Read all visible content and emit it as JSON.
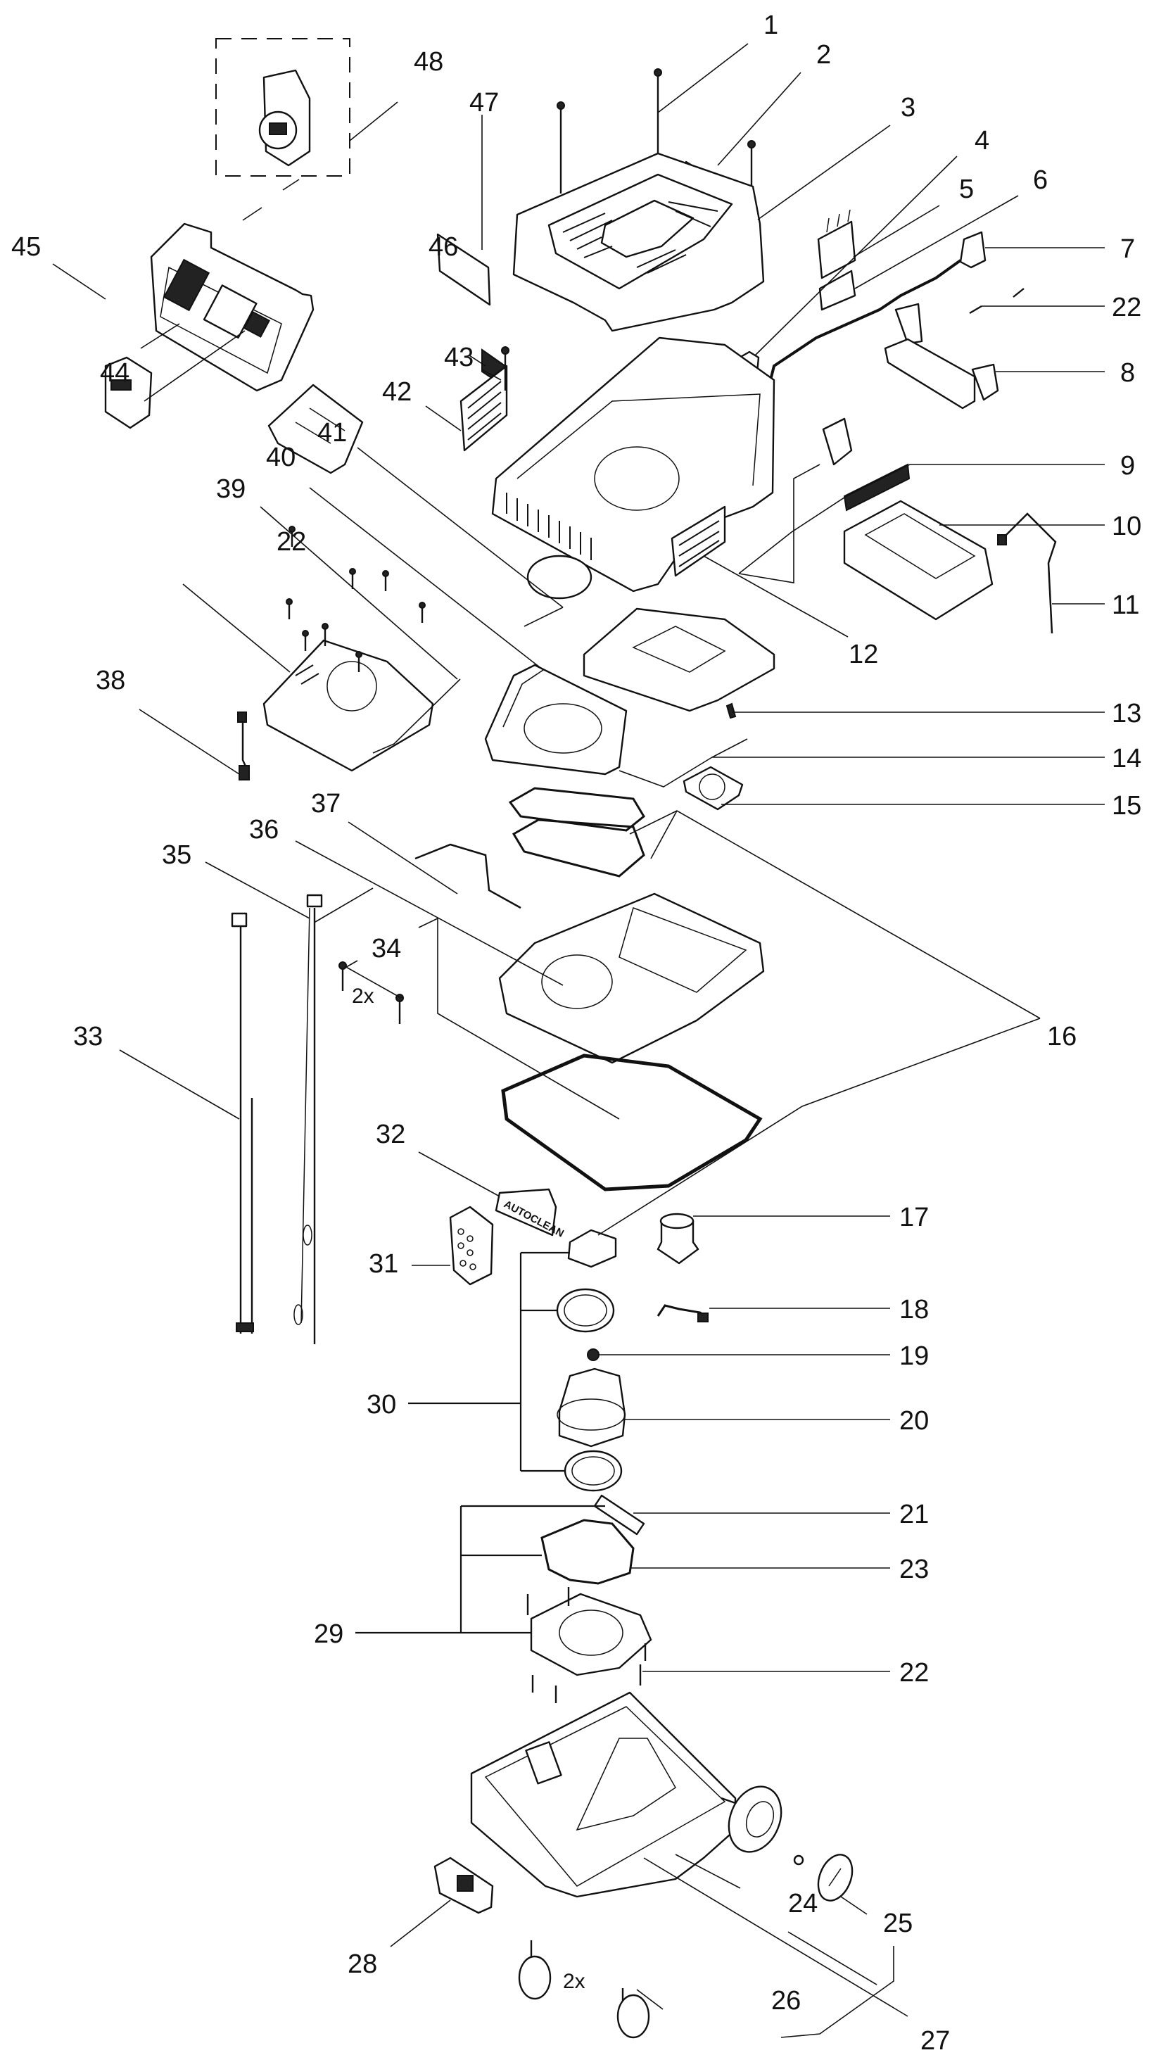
{
  "diagram": {
    "type": "exploded-parts-view",
    "subject": "wet/dry vacuum extractor",
    "callouts": [
      {
        "id": "1",
        "label": "1"
      },
      {
        "id": "2",
        "label": "2"
      },
      {
        "id": "3",
        "label": "3"
      },
      {
        "id": "4",
        "label": "4"
      },
      {
        "id": "5",
        "label": "5"
      },
      {
        "id": "6",
        "label": "6"
      },
      {
        "id": "7",
        "label": "7"
      },
      {
        "id": "8",
        "label": "8"
      },
      {
        "id": "9",
        "label": "9"
      },
      {
        "id": "10",
        "label": "10"
      },
      {
        "id": "11",
        "label": "11"
      },
      {
        "id": "12",
        "label": "12"
      },
      {
        "id": "13",
        "label": "13"
      },
      {
        "id": "14",
        "label": "14"
      },
      {
        "id": "15",
        "label": "15"
      },
      {
        "id": "16",
        "label": "16"
      },
      {
        "id": "17",
        "label": "17"
      },
      {
        "id": "18",
        "label": "18"
      },
      {
        "id": "19",
        "label": "19"
      },
      {
        "id": "20",
        "label": "20"
      },
      {
        "id": "21",
        "label": "21"
      },
      {
        "id": "22a",
        "label": "22"
      },
      {
        "id": "22b",
        "label": "22"
      },
      {
        "id": "22c",
        "label": "22"
      },
      {
        "id": "23",
        "label": "23"
      },
      {
        "id": "24",
        "label": "24"
      },
      {
        "id": "25",
        "label": "25"
      },
      {
        "id": "26",
        "label": "26"
      },
      {
        "id": "27",
        "label": "27"
      },
      {
        "id": "28",
        "label": "28"
      },
      {
        "id": "29",
        "label": "29"
      },
      {
        "id": "30",
        "label": "30"
      },
      {
        "id": "31",
        "label": "31"
      },
      {
        "id": "32",
        "label": "32"
      },
      {
        "id": "33",
        "label": "33"
      },
      {
        "id": "34",
        "label": "34"
      },
      {
        "id": "35",
        "label": "35"
      },
      {
        "id": "36",
        "label": "36"
      },
      {
        "id": "37",
        "label": "37"
      },
      {
        "id": "38",
        "label": "38"
      },
      {
        "id": "39",
        "label": "39"
      },
      {
        "id": "40",
        "label": "40"
      },
      {
        "id": "41",
        "label": "41"
      },
      {
        "id": "42",
        "label": "42"
      },
      {
        "id": "43",
        "label": "43"
      },
      {
        "id": "44",
        "label": "44"
      },
      {
        "id": "45",
        "label": "45"
      },
      {
        "id": "46",
        "label": "46"
      },
      {
        "id": "47",
        "label": "47"
      },
      {
        "id": "48",
        "label": "48"
      }
    ],
    "quantity_notes": {
      "screws_34": "2x",
      "casters_26": "2x"
    },
    "part_markings": {
      "autoclean_badge": "AUTOCLEAN"
    }
  }
}
